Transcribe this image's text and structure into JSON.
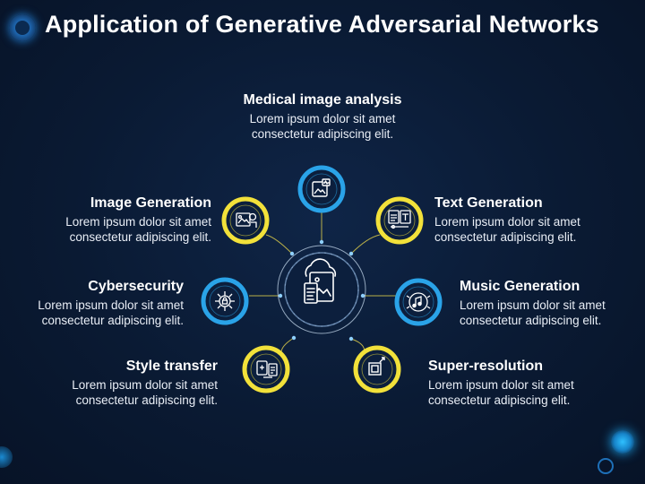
{
  "title": "Application of Generative Adversarial Networks",
  "center": {
    "icon": "cloud-document-gallery-icon"
  },
  "items": [
    {
      "key": "medical",
      "heading": "Medical image analysis",
      "line1": "Lorem ipsum dolor sit amet",
      "line2": "consectetur adipiscing elit.",
      "icon": "medical-image-icon",
      "ring_color": "#2aa3e8"
    },
    {
      "key": "text",
      "heading": "Text Generation",
      "line1": "Lorem ipsum dolor sit amet",
      "line2": "consectetur adipiscing elit.",
      "icon": "text-document-icon",
      "ring_color": "#f2e13a"
    },
    {
      "key": "music",
      "heading": "Music Generation",
      "line1": "Lorem ipsum dolor sit amet",
      "line2": "consectetur adipiscing elit.",
      "icon": "music-network-icon",
      "ring_color": "#2aa3e8"
    },
    {
      "key": "superres",
      "heading": "Super-resolution",
      "line1": "Lorem ipsum dolor sit amet",
      "line2": "consectetur adipiscing elit.",
      "icon": "crop-resize-icon",
      "ring_color": "#f2e13a"
    },
    {
      "key": "style",
      "heading": "Style transfer",
      "line1": "Lorem ipsum dolor sit amet",
      "line2": "consectetur adipiscing elit.",
      "icon": "style-transfer-icon",
      "ring_color": "#f2e13a"
    },
    {
      "key": "cyber",
      "heading": "Cybersecurity",
      "line1": "Lorem ipsum dolor sit amet",
      "line2": "consectetur adipiscing elit.",
      "icon": "security-chip-icon",
      "ring_color": "#2aa3e8"
    },
    {
      "key": "imagegen",
      "heading": "Image Generation",
      "line1": "Lorem ipsum dolor sit amet",
      "line2": "consectetur adipiscing elit.",
      "icon": "image-generation-icon",
      "ring_color": "#f2e13a"
    }
  ]
}
